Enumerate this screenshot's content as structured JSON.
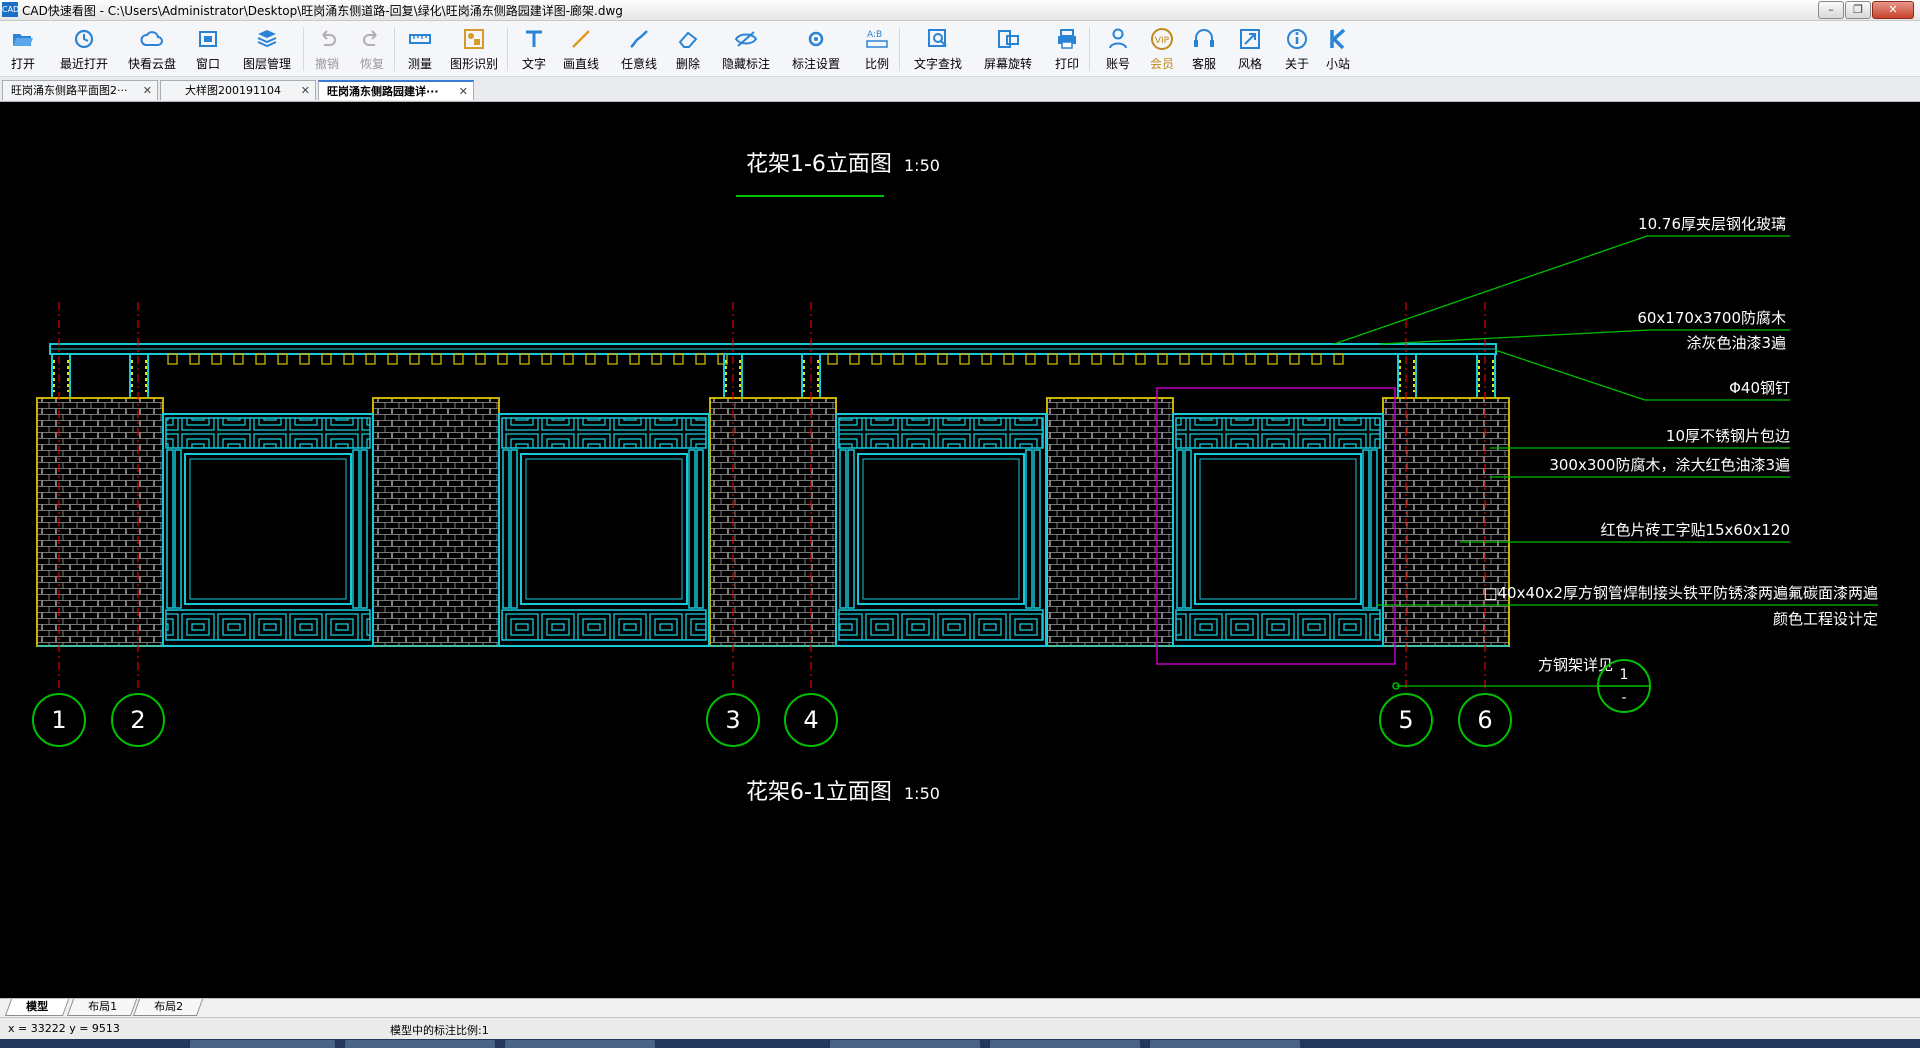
{
  "window": {
    "app_icon": "CAD",
    "title": "CAD快速看图 - C:\\Users\\Administrator\\Desktop\\旺岗涌东侧道路-回复\\绿化\\旺岗涌东侧路园建详图-廊架.dwg"
  },
  "toolbar": [
    {
      "label": "打开",
      "icon": "folder-open-icon",
      "enabled": true
    },
    {
      "label": "最近打开",
      "icon": "recent-clock-icon",
      "enabled": true
    },
    {
      "label": "快看云盘",
      "icon": "cloud-icon",
      "enabled": true
    },
    {
      "label": "窗口",
      "icon": "window-icon",
      "enabled": true
    },
    {
      "label": "图层管理",
      "icon": "layers-icon",
      "enabled": true
    },
    {
      "label": "撤销",
      "icon": "undo-icon",
      "enabled": false
    },
    {
      "label": "恢复",
      "icon": "redo-icon",
      "enabled": false
    },
    {
      "label": "测量",
      "icon": "ruler-icon",
      "enabled": true
    },
    {
      "label": "图形识别",
      "icon": "shape-recognize-icon",
      "enabled": true
    },
    {
      "label": "文字",
      "icon": "text-icon",
      "enabled": true
    },
    {
      "label": "画直线",
      "icon": "line-icon",
      "enabled": true
    },
    {
      "label": "任意线",
      "icon": "freehand-icon",
      "enabled": true
    },
    {
      "label": "删除",
      "icon": "eraser-icon",
      "enabled": true
    },
    {
      "label": "隐藏标注",
      "icon": "hide-eye-icon",
      "enabled": true
    },
    {
      "label": "标注设置",
      "icon": "annotation-settings-icon",
      "enabled": true
    },
    {
      "label": "比例",
      "icon": "scale-icon",
      "enabled": true
    },
    {
      "label": "文字查找",
      "icon": "text-search-icon",
      "enabled": true
    },
    {
      "label": "屏幕旋转",
      "icon": "rotate-screen-icon",
      "enabled": true
    },
    {
      "label": "打印",
      "icon": "printer-icon",
      "enabled": true
    },
    {
      "label": "账号",
      "icon": "user-icon",
      "enabled": true
    },
    {
      "label": "会员",
      "icon": "vip-icon",
      "enabled": true
    },
    {
      "label": "客服",
      "icon": "headset-icon",
      "enabled": true
    },
    {
      "label": "风格",
      "icon": "style-icon",
      "enabled": true
    },
    {
      "label": "关于",
      "icon": "info-icon",
      "enabled": true
    },
    {
      "label": "小站",
      "icon": "k-logo-icon",
      "enabled": true
    }
  ],
  "tabs": [
    {
      "label": "旺岗涌东侧路平面图2···",
      "active": false
    },
    {
      "label": "大样图200191104",
      "active": false
    },
    {
      "label": "旺岗涌东侧路园建详···",
      "active": true
    }
  ],
  "drawing": {
    "title_top": "花架1-6立面图",
    "title_bottom": "花架6-1立面图",
    "scale": "1:50",
    "annotations": [
      {
        "lines": [
          "10.76厚夹层钢化玻璃"
        ]
      },
      {
        "lines": [
          "60x170x3700防腐木",
          "涂灰色油漆3遍"
        ]
      },
      {
        "lines": [
          "Φ40钢钉"
        ]
      },
      {
        "lines": [
          "10厚不锈钢片包边"
        ]
      },
      {
        "lines": [
          "300x300防腐木，涂大红色油漆3遍"
        ]
      },
      {
        "lines": [
          "红色片砖工字贴15x60x120"
        ]
      },
      {
        "lines": [
          "□40x40x2厚方钢管焊制接头铁平防锈漆两遍氟碳面漆两遍",
          "颜色工程设计定"
        ]
      },
      {
        "lines": [
          "方钢架详见"
        ]
      }
    ],
    "detail_bubble": {
      "top": "1",
      "bottom": "-"
    },
    "axes": [
      "1",
      "2",
      "3",
      "4",
      "5",
      "6"
    ],
    "colors": {
      "background": "#000000",
      "brick": "#c8b400",
      "frame": "#16c8d8",
      "axis": "#e00000",
      "leader": "#00c000",
      "selection": "#c000c0",
      "text": "#ffffff"
    }
  },
  "layout_tabs": [
    {
      "label": "模型",
      "active": true
    },
    {
      "label": "布局1",
      "active": false
    },
    {
      "label": "布局2",
      "active": false
    }
  ],
  "status": {
    "coordinates": "x = 33222  y = 9513",
    "scale_text": "模型中的标注比例:1"
  }
}
